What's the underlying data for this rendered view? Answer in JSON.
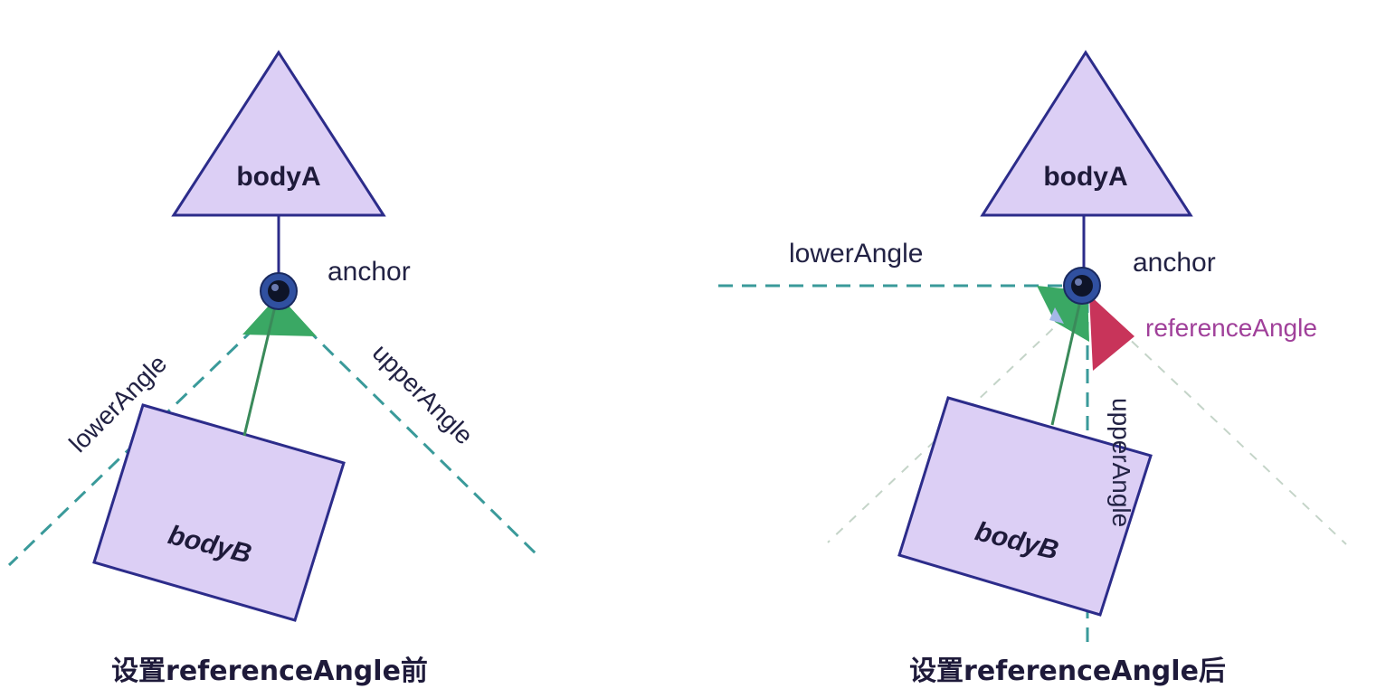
{
  "left_panel": {
    "body_a": "bodyA",
    "body_b": "bodyB",
    "anchor": "anchor",
    "lower_angle": "lowerAngle",
    "upper_angle": "upperAngle",
    "caption": "设置referenceAngle前"
  },
  "right_panel": {
    "body_a": "bodyA",
    "body_b": "bodyB",
    "anchor": "anchor",
    "lower_angle": "lowerAngle",
    "upper_angle": "upperAngle",
    "reference_angle": "referenceAngle",
    "caption": "设置referenceAngle后"
  },
  "colors": {
    "body_fill": "#dccff5",
    "body_stroke": "#2c2c8a",
    "limit_line": "#3a9a9a",
    "joint_line": "#3a8a5a",
    "angle_wedge": "#3aa864",
    "reference_wedge": "#c8345a",
    "reference_text": "#a0409a",
    "anchor_ring": "#3050a0"
  }
}
